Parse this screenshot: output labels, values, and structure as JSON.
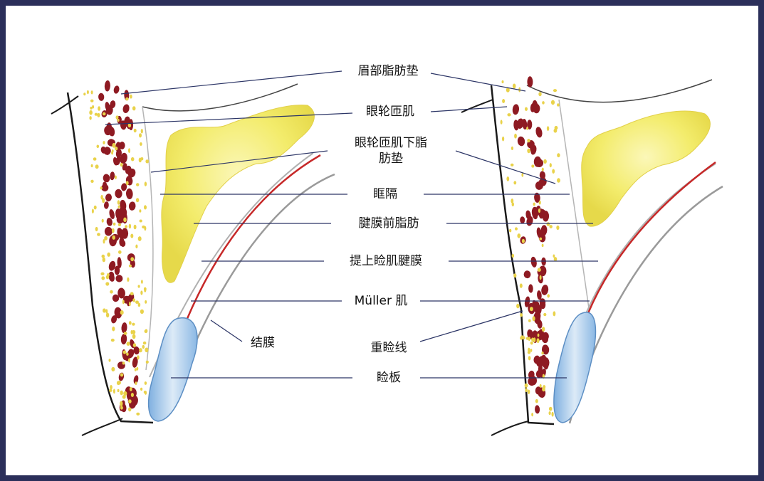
{
  "labels": {
    "brow_fat_pad": "眉部脂肪垫",
    "orbicularis_oculi": "眼轮匝肌",
    "suborbicularis_fat_line1": "眼轮匝肌下脂",
    "suborbicularis_fat_line2": "肪垫",
    "orbital_septum": "眶隔",
    "preaponeurotic_fat": "腱膜前脂肪",
    "levator_aponeurosis": "提上睑肌腱膜",
    "muller_muscle": "Müller 肌",
    "conjunctiva": "结膜",
    "double_eyelid_line": "重睑线",
    "tarsal_plate": "睑板"
  },
  "colors": {
    "frame": "#2b2f5a",
    "muscle": "#8e1a22",
    "fat_dot": "#e9d24a",
    "fat_pad": "#f3ec6c",
    "septum": "#a9a9a9",
    "muller_red": "#c62828",
    "tarsus": "#9cc3e6",
    "leader_line": "#2c3566"
  }
}
